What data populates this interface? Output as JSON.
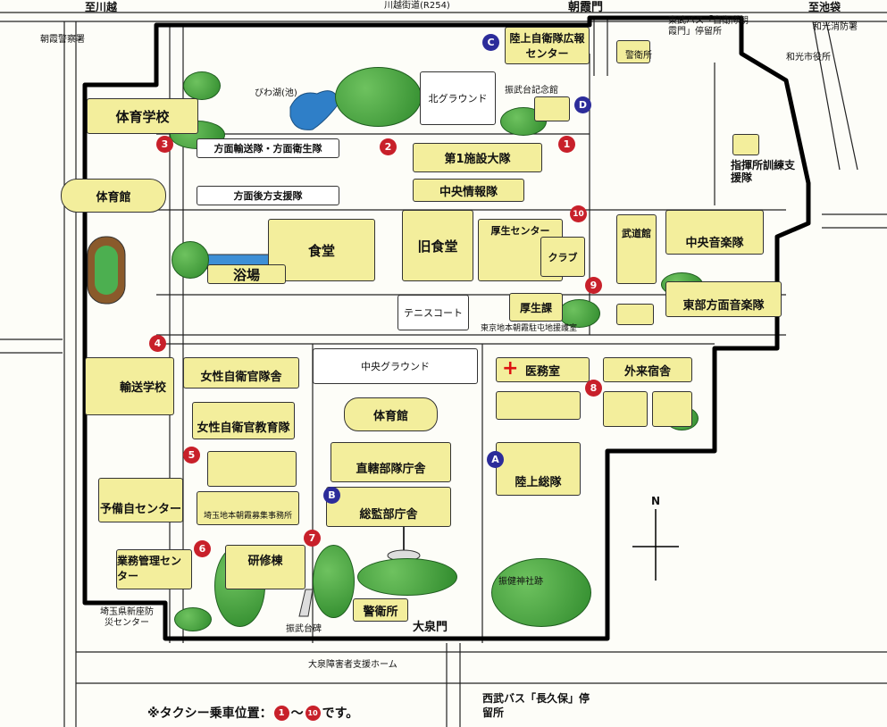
{
  "roads": {
    "top_left": "至川越",
    "top_road": "川越街道(R254)",
    "top_right": "至池袋"
  },
  "gates": {
    "north": "朝霞門",
    "south": "大泉門"
  },
  "outside": {
    "police": "朝霞警察署",
    "bus_top": "東武バス「自衛隊朝霞門」停留所",
    "fire": "和光消防署",
    "city_office": "和光市役所",
    "disaster_center": "埼玉県新座防災センター",
    "welfare_home": "大泉障害者支援ホーム",
    "bus_bottom": "西武バス「長久保」停留所"
  },
  "buildings": {
    "pr_center": "陸上自衛隊広報センター",
    "guard_top": "警衛所",
    "biwa_pond": "びわ湖(池)",
    "north_ground": "北グラウンド",
    "memorial": "振武台記念館",
    "pe_school": "体育学校",
    "transport_medical": "方面輸送隊・方面衛生隊",
    "facility_battalion": "第1施設大隊",
    "central_intel": "中央情報隊",
    "logistics": "方面後方支援隊",
    "command_post": "指揮所訓練支援隊",
    "gym_top": "体育館",
    "dining": "食堂",
    "old_dining": "旧食堂",
    "welfare_center": "厚生センター",
    "club": "クラブ",
    "budokan": "武道館",
    "central_band": "中央音楽隊",
    "bath": "浴場",
    "tennis": "テニスコート",
    "welfare_section": "厚生課",
    "tokyo_office": "東京地本朝霞駐屯地援護室",
    "eastern_band": "東部方面音楽隊",
    "central_ground": "中央グラウンド",
    "medical": "医務室",
    "guest_lodge": "外来宿舎",
    "transport_school": "輸送学校",
    "women_barracks": "女性自衛官隊舎",
    "gym_mid": "体育館",
    "women_training": "女性自衛官教育隊",
    "hq_direct": "直轄部隊庁舎",
    "gsdf_hq": "陸上総隊",
    "reserve_center": "予備自センター",
    "saitama_recruit": "埼玉地本朝霞募集事務所",
    "general_hq": "総監部庁舎",
    "business_center": "業務管理センター",
    "training_bldg": "研修棟",
    "shrine": "振健神社跡",
    "guard_bottom": "警衛所",
    "monument": "振武台碑"
  },
  "markers": {
    "red": [
      "1",
      "2",
      "3",
      "4",
      "5",
      "6",
      "7",
      "8",
      "9",
      "10"
    ],
    "blue": [
      "A",
      "B",
      "C",
      "D"
    ]
  },
  "compass": "N",
  "footnote": {
    "prefix": "※タクシー乗車位置：",
    "from": "1",
    "sep": "～",
    "to": "10",
    "suffix": "です。"
  },
  "colors": {
    "building": "#f3ee9c",
    "tree": "#3a9a35",
    "red_marker": "#c8202a",
    "blue_marker": "#2c2c9a",
    "pond": "#2f7fc8",
    "track": "#8a5a2b"
  }
}
